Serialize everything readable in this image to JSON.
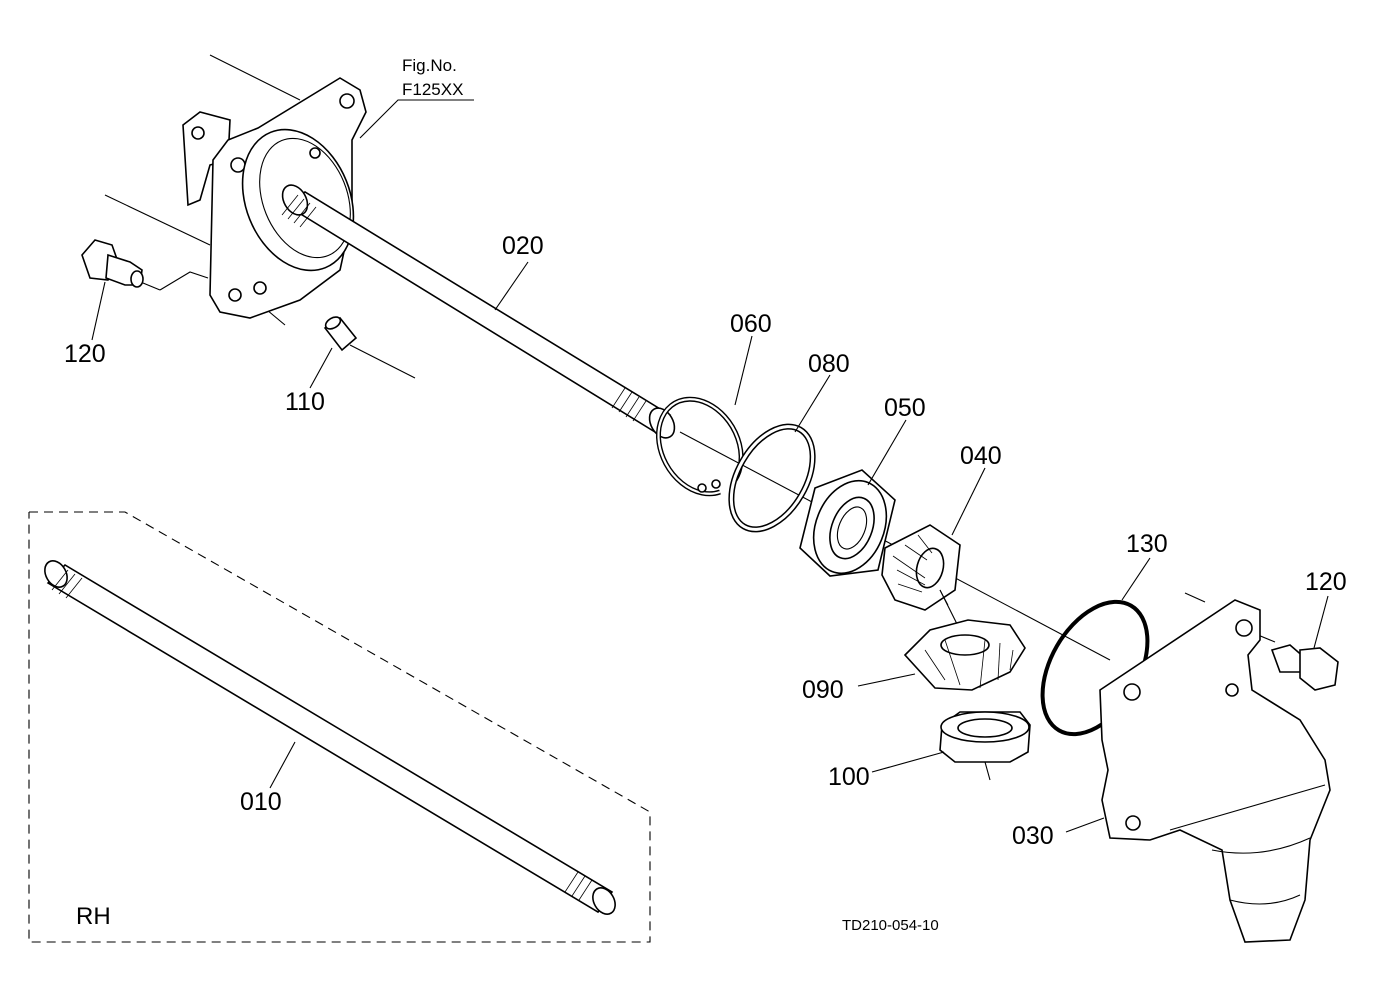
{
  "figure": {
    "fig_no_label": "Fig.No.",
    "fig_no_value": "F125XX",
    "drawing_code": "TD210-054-10",
    "variant_label": "RH"
  },
  "callouts": [
    "020",
    "060",
    "080",
    "050",
    "040",
    "130",
    "120",
    "090",
    "100",
    "030",
    "120",
    "110",
    "010"
  ]
}
